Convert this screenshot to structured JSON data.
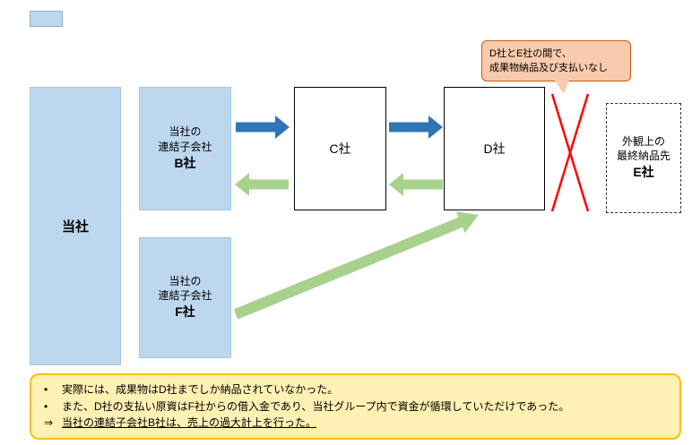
{
  "colors": {
    "group_box_fill": "#BDD7EE",
    "delivery_arrow_blue": "#2E75B6",
    "payment_arrow_green": "#A9D18E",
    "callout_fill": "#F8CBAD",
    "callout_border": "#C55A11",
    "note_fill": "#FFF0B3",
    "note_border": "#FFC000",
    "cross_red": "#FF0000"
  },
  "legend": {
    "swatch_color": "#BDD7EE"
  },
  "boxes": {
    "company": {
      "name": "当社"
    },
    "subsidiary_b": {
      "line1": "当社の",
      "line2": "連結子会社",
      "name": "B社"
    },
    "subsidiary_f": {
      "line1": "当社の",
      "line2": "連結子会社",
      "name": "F社"
    },
    "company_c": {
      "name": "C社"
    },
    "company_d": {
      "name": "D社"
    },
    "company_e": {
      "line1": "外観上の",
      "line2": "最終納品先",
      "name": "E社"
    }
  },
  "callout": {
    "line1": "D社とE社の間で、",
    "line2": "成果物納品及び支払いなし"
  },
  "notes": {
    "bullet_char": "•",
    "items": [
      "実際には、成果物はD社までしか納品されていなかった。",
      "また、D社の支払い原資はF社からの借入金であり、当社グループ内で資金が循環していただけであった。"
    ],
    "conclusion_marker": "⇒",
    "conclusion": "当社の連結子会社B社は、売上の過大計上を行った。"
  }
}
